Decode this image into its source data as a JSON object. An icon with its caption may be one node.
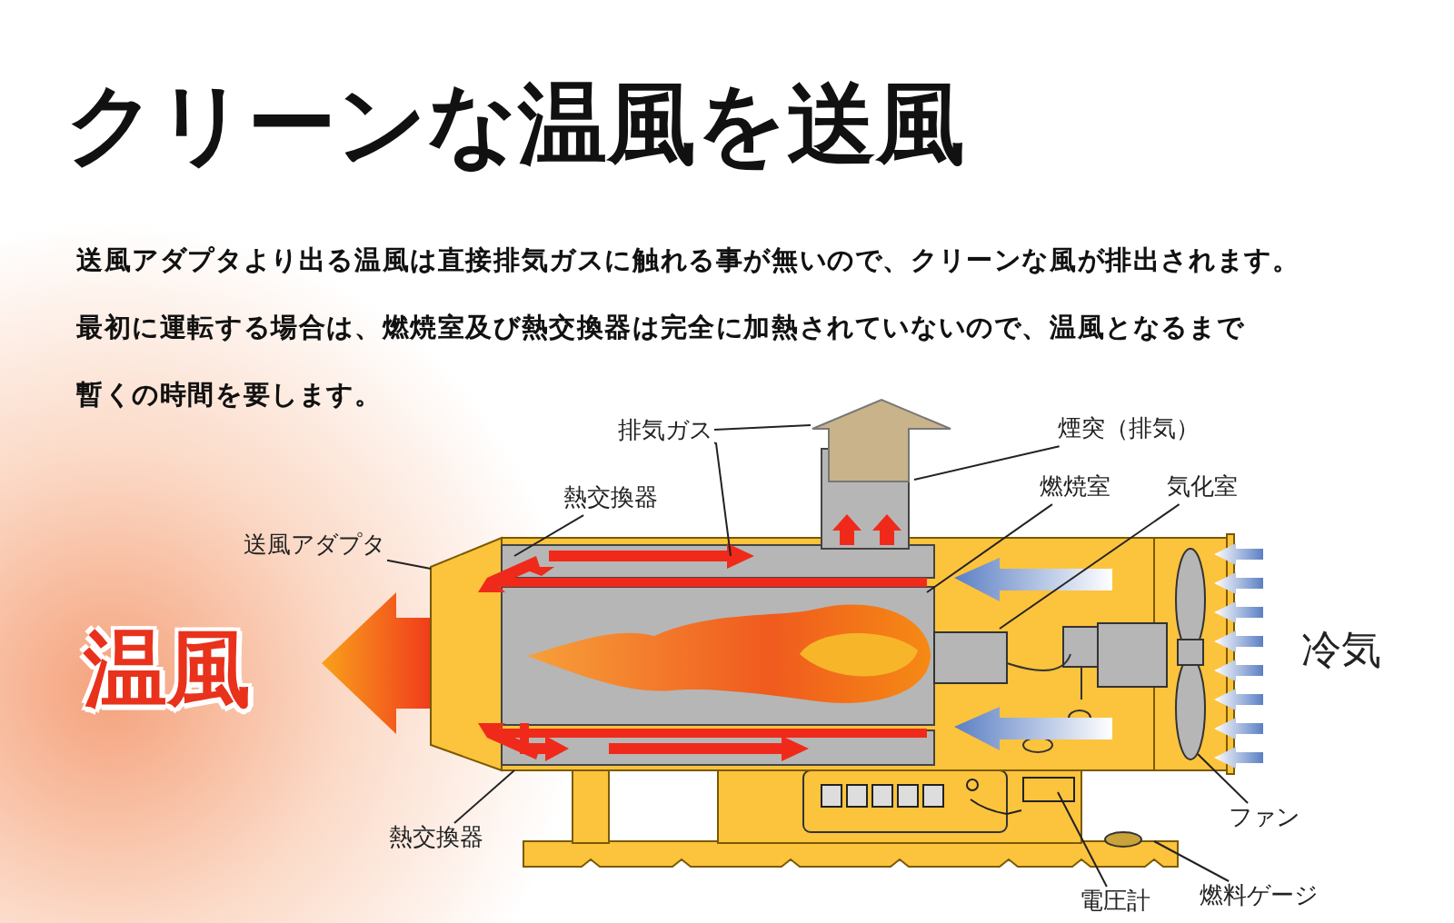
{
  "diagram": {
    "title": "クリーンな温風を送風",
    "nodes": [
      {
        "text": [
          "排気ガス"
        ]
      },
      {
        "text": [
          "煙突（排気）"
        ]
      },
      {
        "text": [
          "熱交換器"
        ]
      },
      {
        "text": [
          "燃焼室"
        ]
      },
      {
        "text": [
          "気化室"
        ]
      },
      {
        "text": [
          "送風アダプタ"
        ]
      },
      {
        "text": [
          "熱交換器"
        ]
      },
      {
        "text": [
          "ファン"
        ]
      },
      {
        "text": [
          "電圧計"
        ]
      },
      {
        "text": [
          "燃料ゲージ"
        ]
      }
    ],
    "edges": [
      {
        "from": 0,
        "to": null,
        "arrow": "none"
      },
      {
        "from": 0,
        "to": null,
        "arrow": "none"
      },
      {
        "from": 1,
        "to": null,
        "arrow": "none"
      },
      {
        "from": 2,
        "to": null,
        "arrow": "none"
      },
      {
        "from": 3,
        "to": null,
        "arrow": "none"
      },
      {
        "from": 4,
        "to": null,
        "arrow": "none"
      },
      {
        "from": 5,
        "to": null,
        "arrow": "none"
      },
      {
        "from": 6,
        "to": null,
        "arrow": "none"
      },
      {
        "from": 7,
        "to": null,
        "arrow": "none"
      },
      {
        "from": 8,
        "to": null,
        "arrow": "none"
      },
      {
        "from": 9,
        "to": null,
        "arrow": "none"
      }
    ],
    "labels": [
      "送風アダプタより出る温風は直接排気ガスに触れる事が無いので、クリーンな風が排出されます。",
      "最初に運転する場合は、燃焼室及び熱交換器は完全に加熱されていないので、温風となるまで暫くの時間を要します。",
      "温風",
      "冷気"
    ]
  }
}
